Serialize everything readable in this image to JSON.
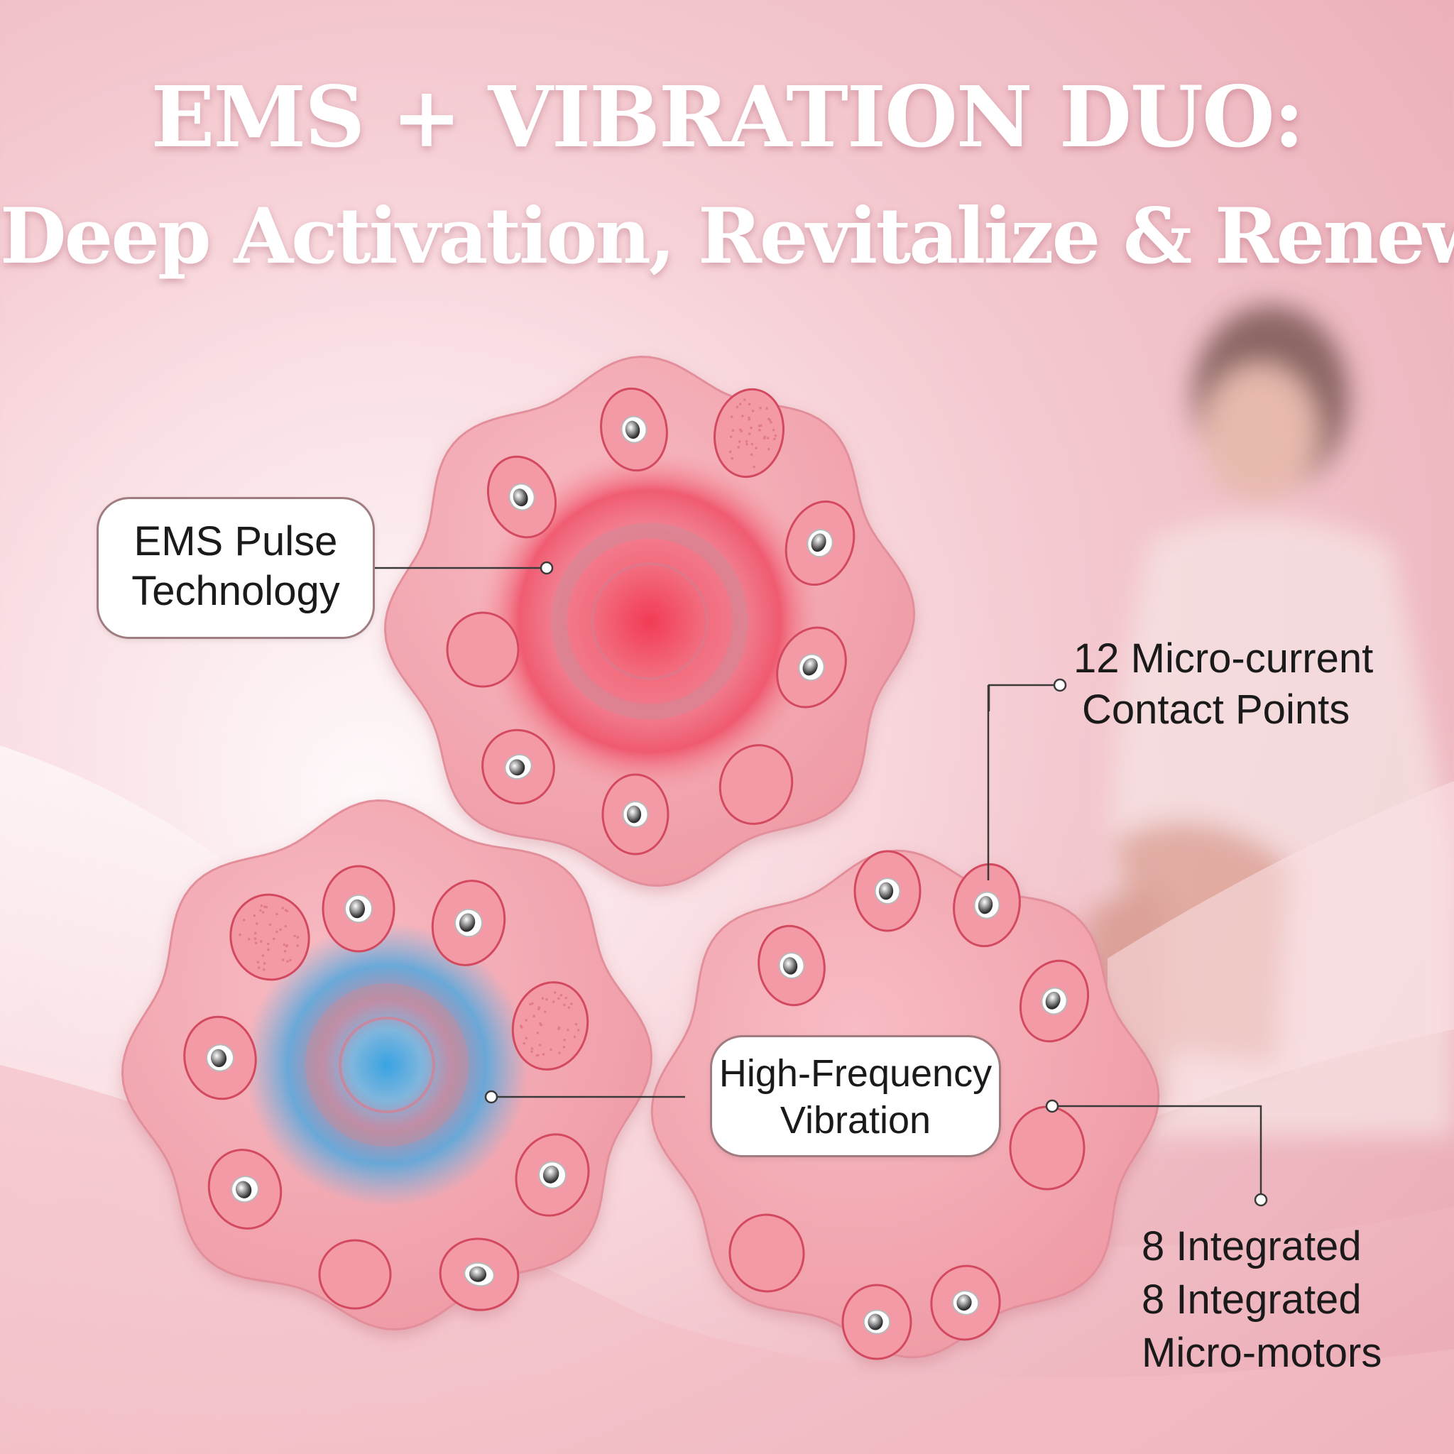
{
  "headline": {
    "line1": "EMS + VIBRATION DUO:",
    "line2": "Deep Activation, Revitalize & Renew"
  },
  "callouts": {
    "ems_pulse": {
      "line1": "EMS Pulse",
      "line2": "Technology"
    },
    "vibration": {
      "line1": "High-Frequency",
      "line2": "Vibration"
    }
  },
  "labels": {
    "micro_current": {
      "line1": "12 Micro-current",
      "line2": "Contact Points"
    },
    "micro_motors": {
      "line1": "8 Integrated",
      "line2": "8 Integrated",
      "line3": "Micro-motors"
    }
  },
  "colors": {
    "device_pink": "#f3a5af",
    "ems_glow": "#f04a61",
    "vibration_glow": "#4ba6dd",
    "background": "#f4c9d0",
    "text_headline": "#ffffff"
  }
}
